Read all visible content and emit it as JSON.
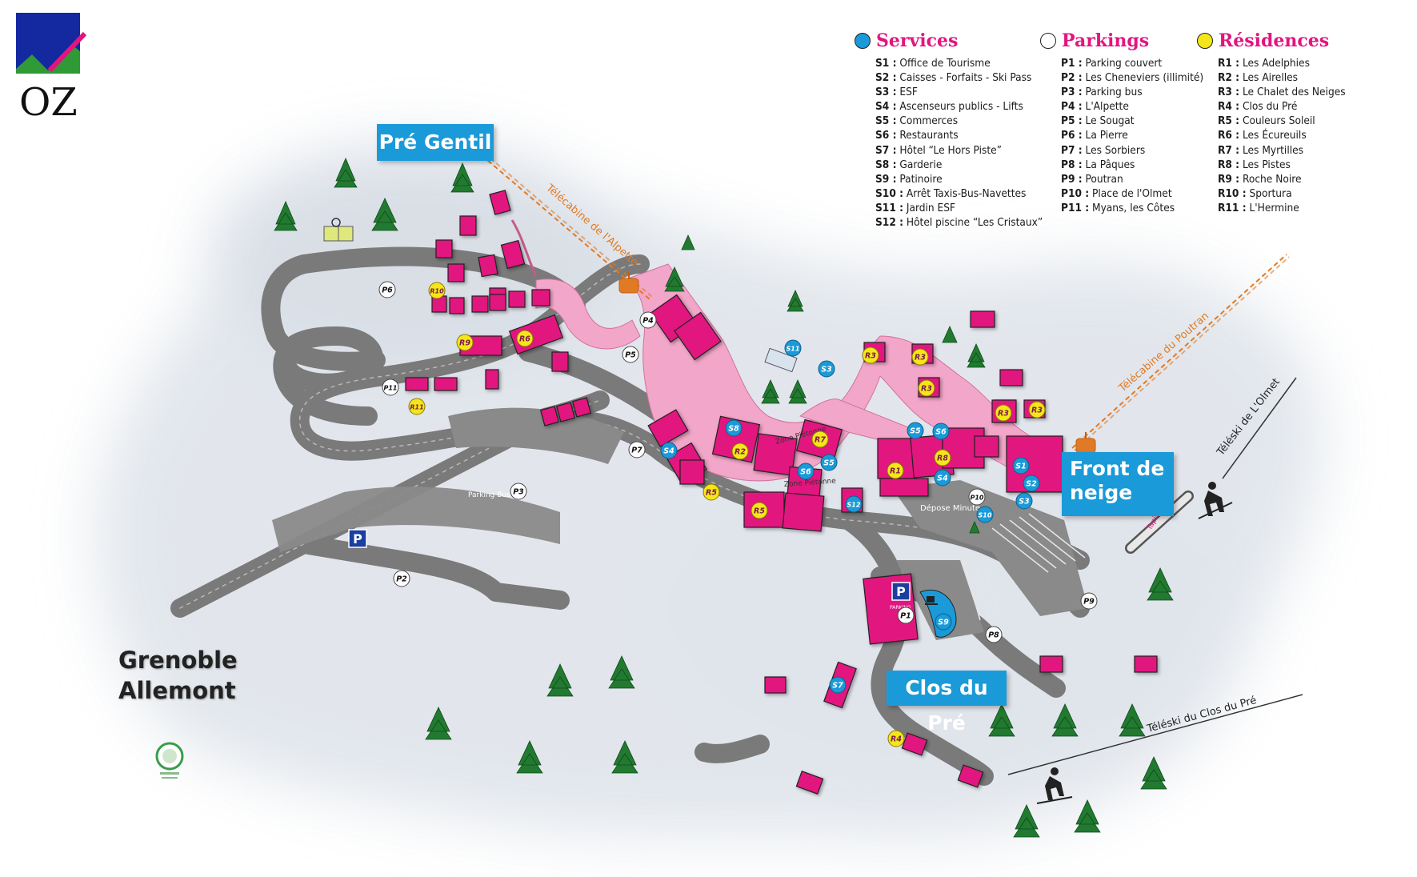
{
  "brand": {
    "logo_text": "OZ",
    "colors": {
      "blue": "#1428a0",
      "green": "#2f9a36",
      "pink": "#e2157f"
    }
  },
  "areas": {
    "pre_gentil": "Pré Gentil",
    "front_de_neige_line1": "Front de",
    "front_de_neige_line2": "neige",
    "clos_du_pre": "Clos du Pré",
    "city_line1": "Grenoble",
    "city_line2": "Allemont"
  },
  "legend": {
    "services": {
      "title": "Services",
      "color": "#1a9ad8",
      "items": [
        {
          "code": "S1 :",
          "label": "Office de Tourisme"
        },
        {
          "code": "S2 :",
          "label": "Caisses - Forfaits - Ski Pass"
        },
        {
          "code": "S3 :",
          "label": "ESF"
        },
        {
          "code": "S4 :",
          "label": "Ascenseurs publics - Lifts"
        },
        {
          "code": "S5 :",
          "label": "Commerces"
        },
        {
          "code": "S6 :",
          "label": "Restaurants"
        },
        {
          "code": "S7 :",
          "label": "Hôtel “Le Hors Piste”"
        },
        {
          "code": "S8 :",
          "label": "Garderie"
        },
        {
          "code": "S9 :",
          "label": "Patinoire"
        },
        {
          "code": "S10 :",
          "label": "Arrêt Taxis-Bus-Navettes"
        },
        {
          "code": "S11 :",
          "label": "Jardin ESF"
        },
        {
          "code": "S12 :",
          "label": "Hôtel piscine “Les Cristaux”"
        }
      ]
    },
    "parkings": {
      "title": "Parkings",
      "color": "#ffffff",
      "items": [
        {
          "code": "P1 :",
          "label": "Parking couvert"
        },
        {
          "code": "P2 :",
          "label": "Les Cheneviers (illimité)"
        },
        {
          "code": "P3 :",
          "label": "Parking bus"
        },
        {
          "code": "P4 :",
          "label": "L'Alpette"
        },
        {
          "code": "P5 :",
          "label": "Le Sougat"
        },
        {
          "code": "P6 :",
          "label": "La Pierre"
        },
        {
          "code": "P7 :",
          "label": "Les Sorbiers"
        },
        {
          "code": "P8 :",
          "label": "La Pâques"
        },
        {
          "code": "P9 :",
          "label": "Poutran"
        },
        {
          "code": "P10 :",
          "label": "Place de l'Olmet"
        },
        {
          "code": "P11 :",
          "label": "Myans, les Côtes"
        }
      ]
    },
    "residences": {
      "title": "Résidences",
      "color": "#f5e61a",
      "items": [
        {
          "code": "R1 :",
          "label": "Les Adelphies"
        },
        {
          "code": "R2 :",
          "label": "Les Airelles"
        },
        {
          "code": "R3 :",
          "label": "Le Chalet des Neiges"
        },
        {
          "code": "R4 :",
          "label": "Clos du Pré"
        },
        {
          "code": "R5 :",
          "label": "Couleurs Soleil"
        },
        {
          "code": "R6 :",
          "label": "Les Écureuils"
        },
        {
          "code": "R7 :",
          "label": "Les Myrtilles"
        },
        {
          "code": "R8 :",
          "label": "Les Pistes"
        },
        {
          "code": "R9 :",
          "label": "Roche Noire"
        },
        {
          "code": "R10 :",
          "label": "Sportura"
        },
        {
          "code": "R11 :",
          "label": "L'Hermine"
        }
      ]
    }
  },
  "map_labels": {
    "telecabine_alpette": "Télécabine de l'Alpette",
    "telecabine_poutran": "Télécabine du Poutran",
    "teleski_olmet": "Téléski de L'Olmet",
    "teleski_clos": "Téléski du Clos du Pré",
    "zone_pietonne": "Zone Piétonne",
    "depose_minute": "Dépose Minute",
    "parking_bus": "Parking Bus",
    "tapis": "Tapis",
    "parking_symbol": "P",
    "parking_sign_small": "PARKING"
  },
  "markers": {
    "services": [
      {
        "id": "S1",
        "label": "S1"
      },
      {
        "id": "S2",
        "label": "S2"
      },
      {
        "id": "S3a",
        "label": "S3"
      },
      {
        "id": "S3b",
        "label": "S3"
      },
      {
        "id": "S4a",
        "label": "S4"
      },
      {
        "id": "S4b",
        "label": "S4"
      },
      {
        "id": "S5a",
        "label": "S5"
      },
      {
        "id": "S5b",
        "label": "S5"
      },
      {
        "id": "S6a",
        "label": "S6"
      },
      {
        "id": "S6b",
        "label": "S6"
      },
      {
        "id": "S7",
        "label": "S7"
      },
      {
        "id": "S8",
        "label": "S8"
      },
      {
        "id": "S9",
        "label": "S9"
      },
      {
        "id": "S10",
        "label": "S10"
      },
      {
        "id": "S11",
        "label": "S11"
      },
      {
        "id": "S12",
        "label": "S12"
      }
    ],
    "parkings": [
      {
        "id": "P1",
        "label": "P1"
      },
      {
        "id": "P2",
        "label": "P2"
      },
      {
        "id": "P3",
        "label": "P3"
      },
      {
        "id": "P4",
        "label": "P4"
      },
      {
        "id": "P5",
        "label": "P5"
      },
      {
        "id": "P6",
        "label": "P6"
      },
      {
        "id": "P7",
        "label": "P7"
      },
      {
        "id": "P8",
        "label": "P8"
      },
      {
        "id": "P9",
        "label": "P9"
      },
      {
        "id": "P10",
        "label": "P10"
      },
      {
        "id": "P11",
        "label": "P11"
      }
    ],
    "residences": [
      {
        "id": "R1",
        "label": "R1"
      },
      {
        "id": "R2",
        "label": "R2"
      },
      {
        "id": "R3a",
        "label": "R3"
      },
      {
        "id": "R3b",
        "label": "R3"
      },
      {
        "id": "R3c",
        "label": "R3"
      },
      {
        "id": "R3d",
        "label": "R3"
      },
      {
        "id": "R3e",
        "label": "R3"
      },
      {
        "id": "R4",
        "label": "R4"
      },
      {
        "id": "R5a",
        "label": "R5"
      },
      {
        "id": "R5b",
        "label": "R5"
      },
      {
        "id": "R6",
        "label": "R6"
      },
      {
        "id": "R7",
        "label": "R7"
      },
      {
        "id": "R8",
        "label": "R8"
      },
      {
        "id": "R9",
        "label": "R9"
      },
      {
        "id": "R10",
        "label": "R10"
      },
      {
        "id": "R11",
        "label": "R11"
      }
    ]
  }
}
